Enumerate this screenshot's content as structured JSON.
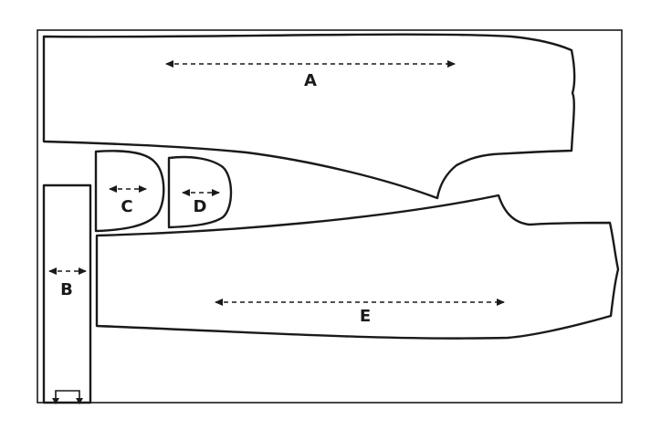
{
  "pieces": [
    {
      "id": "a",
      "label": "A"
    },
    {
      "id": "b",
      "label": "B"
    },
    {
      "id": "c",
      "label": "C"
    },
    {
      "id": "d",
      "label": "D"
    },
    {
      "id": "e",
      "label": "E"
    }
  ]
}
